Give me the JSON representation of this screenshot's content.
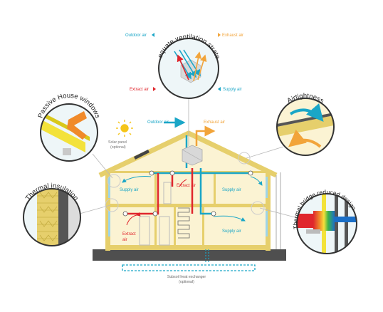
{
  "colors": {
    "supply": "#1aa6c7",
    "exhaust": "#f2a43a",
    "extract": "#e0262d",
    "outdoor": "#1aa6c7",
    "house_fill": "#fbf3d3",
    "house_frame": "#e6cf6c",
    "ground": "#4f4f4f",
    "ground_outline": "#222222"
  },
  "center_callout": {
    "title": "Adequate ventilation strategy",
    "outdoor_air": "Outdoor air",
    "exhaust_air": "Exhaust air",
    "extract_air": "Extract air",
    "supply_air": "Supply air"
  },
  "callouts": {
    "windows": "Passive House windows",
    "airtightness": "Airtightness",
    "insulation": "Thermal insulation",
    "thermal_bridge": "Thermal bridge reduced design"
  },
  "roof_labels": {
    "outdoor_air": "Outdoor air",
    "exhaust_air": "Exhaust air",
    "solar_panel": "Solar panel",
    "solar_optional": "(optional)"
  },
  "room_labels": {
    "supply_upper_left": "Supply air",
    "extract_upper": "Extract air",
    "supply_upper_right": "Supply air",
    "extract_lower_1": "Extract",
    "extract_lower_2": "air",
    "supply_lower_right": "Supply air"
  },
  "subsoil": {
    "line1": "Subsoil heat exchanger",
    "line2": "(optional)"
  },
  "icons": [
    "sun-icon",
    "solar-panel-icon",
    "heat-exchanger-icon",
    "stairs-icon"
  ]
}
